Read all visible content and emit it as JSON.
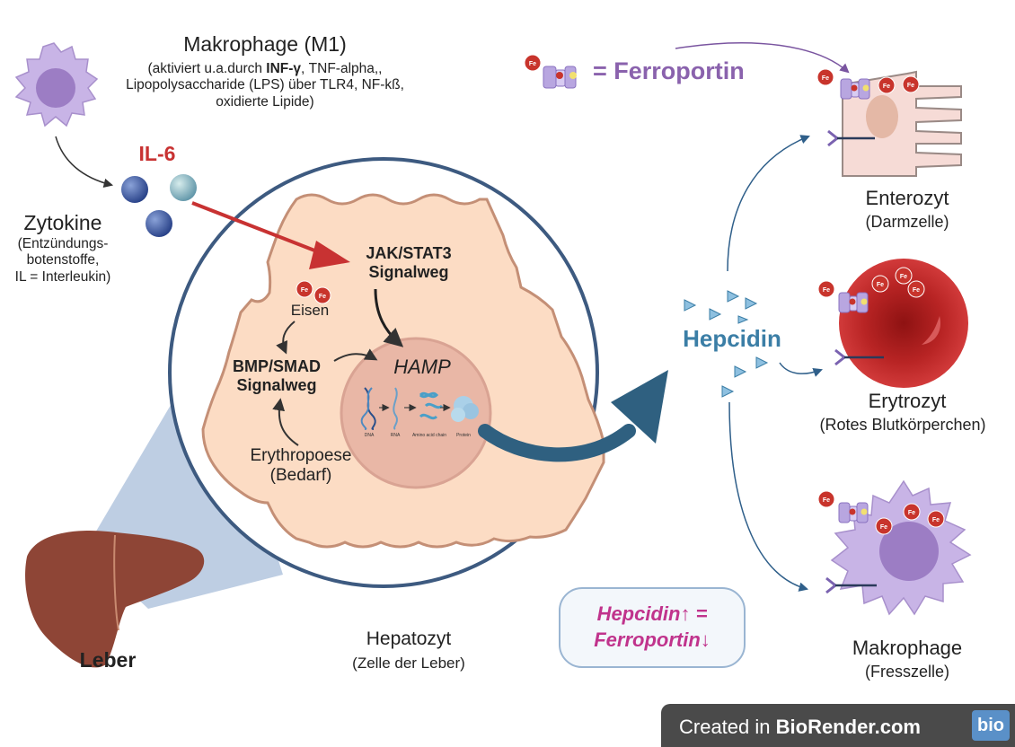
{
  "macrophage_m1": {
    "title": "Makrophage (M1)",
    "subtitle_pre": "(aktiviert u.a.durch ",
    "subtitle_bold": "INF-γ",
    "subtitle_post": ", TNF-alpha,,",
    "subtitle_line2": "Lipopolysaccharide (LPS) über TLR4, NF-kß,",
    "subtitle_line3": "oxidierte Lipide)"
  },
  "il6": "IL-6",
  "zytokine": {
    "title": "Zytokine",
    "line1": "(Entzündungs-",
    "line2": "botenstoffe,",
    "line3": "IL = Interleukin)"
  },
  "hepatocyte": {
    "jak_line1": "JAK/STAT3",
    "jak_line2": "Signalweg",
    "eisen": "Eisen",
    "bmp_line1": "BMP/SMAD",
    "bmp_line2": "Signalweg",
    "hamp": "HAMP",
    "erythropoese_line1": "Erythropoese",
    "erythropoese_line2": "(Bedarf)",
    "gene_steps": [
      "DNA",
      "RNA",
      "Amino acid chain",
      "Protein"
    ],
    "label": "Hepatozyt",
    "label_sub": "(Zelle der Leber)"
  },
  "liver": "Leber",
  "fe": "Fe",
  "ferroportin_legend": "= Ferroportin",
  "hepcidin": "Hepcidin",
  "targets": {
    "enterocyte": {
      "name": "Enterozyt",
      "sub": "(Darmzelle)"
    },
    "erythrocyte": {
      "name": "Erytrozyt",
      "sub": "(Rotes Blutkörperchen)"
    },
    "macrophage": {
      "name": "Makrophage",
      "sub": "(Fresszelle)"
    }
  },
  "equation": {
    "line1": "Hepcidin↑ =",
    "line2": "Ferroportin↓"
  },
  "credit": {
    "prefix": "Created in ",
    "brand": "BioRender.com",
    "logo": "bio"
  },
  "colors": {
    "il6_red": "#c83232",
    "ferroportin_purple": "#8a62ad",
    "hepcidin_blue": "#3b7ea6",
    "equation_magenta": "#c0338c",
    "cell_peach": "#fcdcc4",
    "nucleus_pink": "#e8b4a4",
    "liver_brown": "#9a4a3a",
    "fe_red": "#c8342c"
  }
}
